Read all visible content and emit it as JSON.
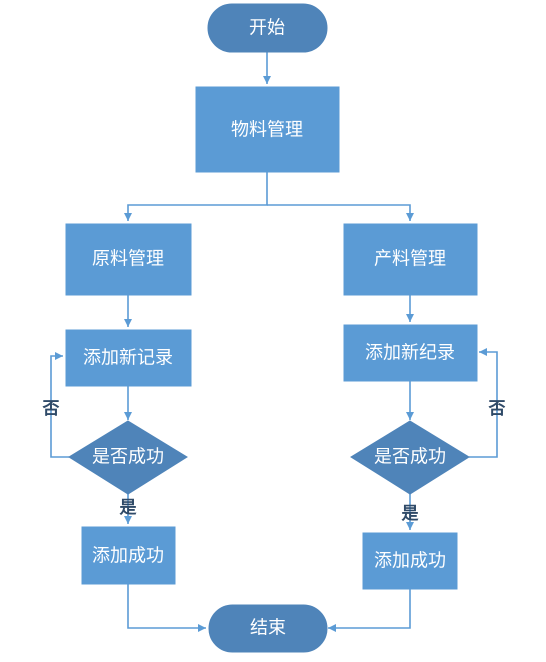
{
  "colors": {
    "node_fill": "#5b9bd5",
    "terminal_fill": "#4f84b9",
    "line": "#5b9bd5",
    "node_text": "#ffffff",
    "edge_label_text": "#2f4a68"
  },
  "nodes": {
    "start": "开始",
    "material_mgmt": "物料管理",
    "raw_mgmt": "原料管理",
    "product_mgmt": "产料管理",
    "raw_add_record": "添加新记录",
    "product_add_record": "添加新纪录",
    "raw_decision": "是否成功",
    "product_decision": "是否成功",
    "raw_success": "添加成功",
    "product_success": "添加成功",
    "end": "结束"
  },
  "edge_labels": {
    "raw_no": "否",
    "raw_yes": "是",
    "product_no": "否",
    "product_yes": "是"
  }
}
